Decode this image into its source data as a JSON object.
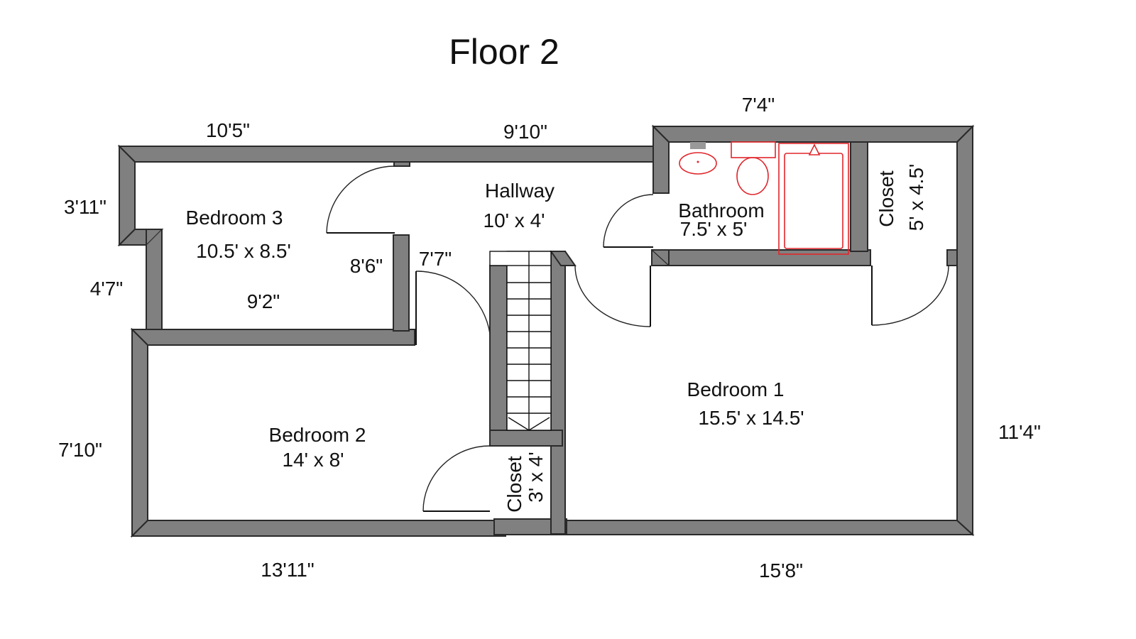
{
  "title": "Floor 2",
  "rooms": {
    "bedroom1": {
      "name": "Bedroom 1",
      "size": "15.5' x 14.5'"
    },
    "bedroom2": {
      "name": "Bedroom 2",
      "size": "14' x 8'"
    },
    "bedroom3": {
      "name": "Bedroom 3",
      "size": "10.5' x 8.5'"
    },
    "hallway": {
      "name": "Hallway",
      "size": "10' x 4'"
    },
    "bathroom": {
      "name": "Bathroom",
      "size": "7.5' x 5'"
    },
    "closet_bath": {
      "name": "Closet",
      "size": "5' x 4.5'"
    },
    "closet_stair": {
      "name": "Closet",
      "size": "3' x 4'"
    }
  },
  "dimensions": {
    "top_left": "10'5\"",
    "top_middle": "9'10\"",
    "top_right": "7'4\"",
    "left_upper": "3'11\"",
    "left_middle": "4'7\"",
    "left_lower": "7'10\"",
    "right": "11'4\"",
    "bottom_left": "13'11\"",
    "bottom_right": "15'8\"",
    "bedroom3_inner_width": "9'2\"",
    "bedroom3_inner_height": "8'6\"",
    "hall_opening": "7'7\""
  },
  "colors": {
    "wall": "#808080",
    "fixture": "#e0262b",
    "background": "#ffffff"
  }
}
